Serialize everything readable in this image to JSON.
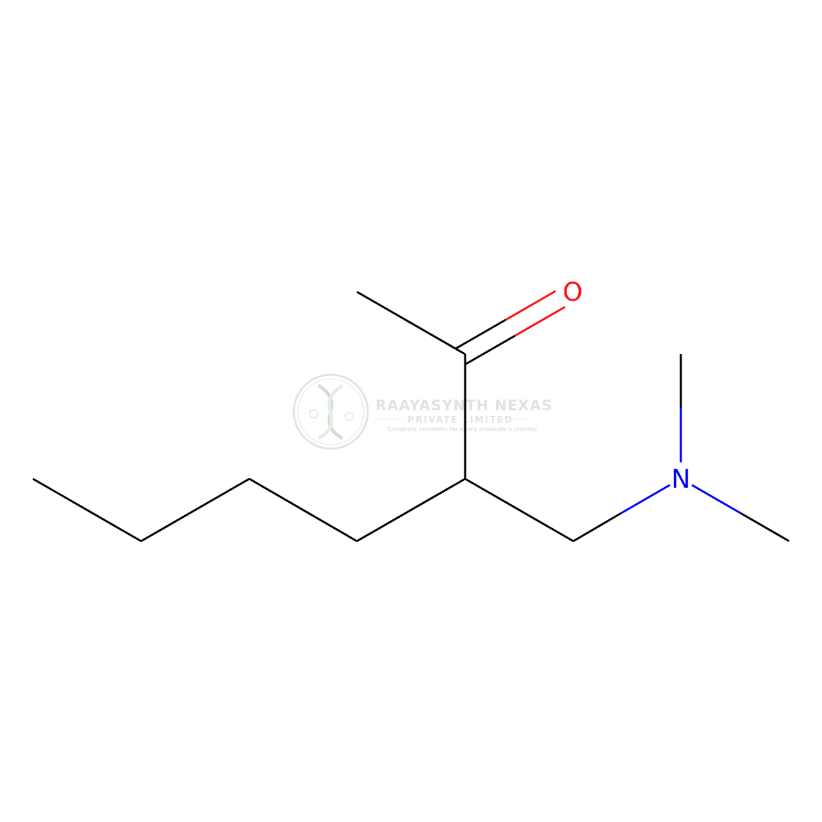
{
  "molecule": {
    "atoms": [
      {
        "id": "O",
        "label": "O"
      },
      {
        "id": "N",
        "label": "N"
      }
    ]
  },
  "colors": {
    "carbon_bond": "#000000",
    "oxygen": "#ff0d0d",
    "nitrogen": "#0000ff",
    "watermark": "#d9d9d9"
  },
  "watermark": {
    "title": "RAAYASYNTH NEXAS",
    "subtitle": "PRIVATE LIMITED",
    "tagline": "Complete solutions for every molecule's journey"
  }
}
